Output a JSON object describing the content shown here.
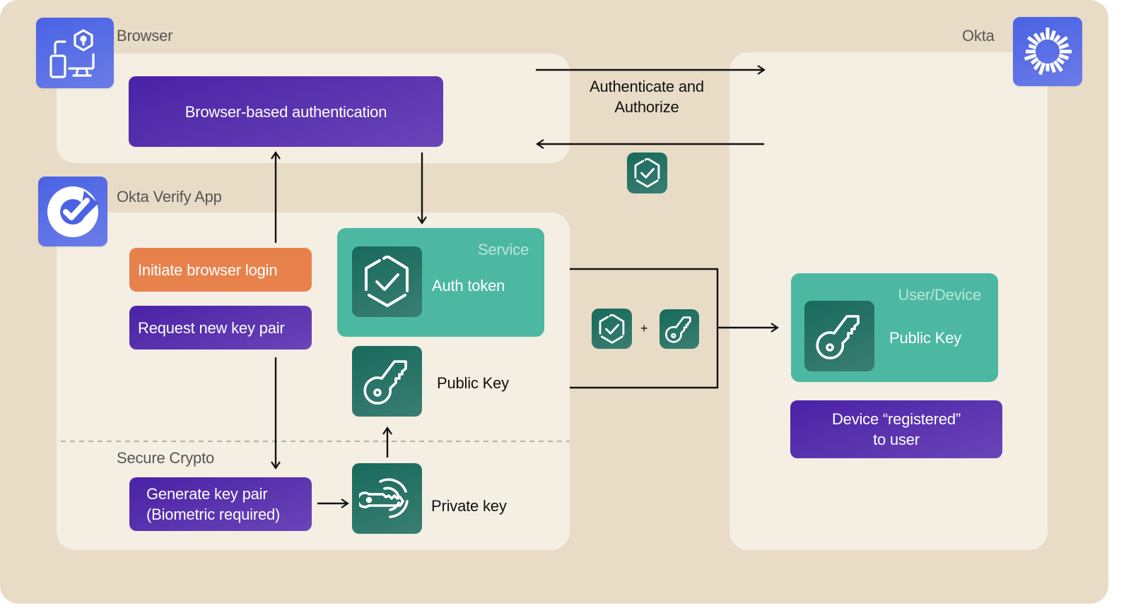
{
  "diagram": {
    "sections": {
      "browser": {
        "label": "Browser",
        "icon": "browser-device-lock-icon"
      },
      "okta": {
        "label": "Okta",
        "icon": "okta-sunburst-logo-icon"
      },
      "okta_verify": {
        "label": "Okta Verify App",
        "icon": "okta-verify-check-icon"
      },
      "secure_crypto": {
        "label": "Secure Crypto"
      }
    },
    "nodes": {
      "browser_auth": "Browser-based authentication",
      "initiate_login": "Initiate browser login",
      "request_key_pair": "Request new key pair",
      "generate_key_pair_line1": "Generate key pair",
      "generate_key_pair_line2": "(Biometric required)",
      "service_card": {
        "category": "Service",
        "title": "Auth token",
        "icon": "shield-check-icon"
      },
      "public_key": {
        "title": "Public Key",
        "icon": "key-icon"
      },
      "private_key": {
        "title": "Private key",
        "icon": "private-key-icon"
      },
      "user_device_card": {
        "category": "User/Device",
        "title": "Public Key",
        "icon": "key-icon"
      },
      "device_registered_line1": "Device “registered”",
      "device_registered_line2": "to user"
    },
    "edges": {
      "authenticate_line1": "Authenticate and",
      "authenticate_line2": "Authorize",
      "plus": "+"
    },
    "colors": {
      "background": "#e8dcc6",
      "panel": "#f4eee3",
      "purple": "#4a22a6",
      "orange": "#e8824d",
      "teal_card": "#4db8a2",
      "teal_tile": "#176a5c",
      "app_blue": "#4a63e4"
    }
  }
}
